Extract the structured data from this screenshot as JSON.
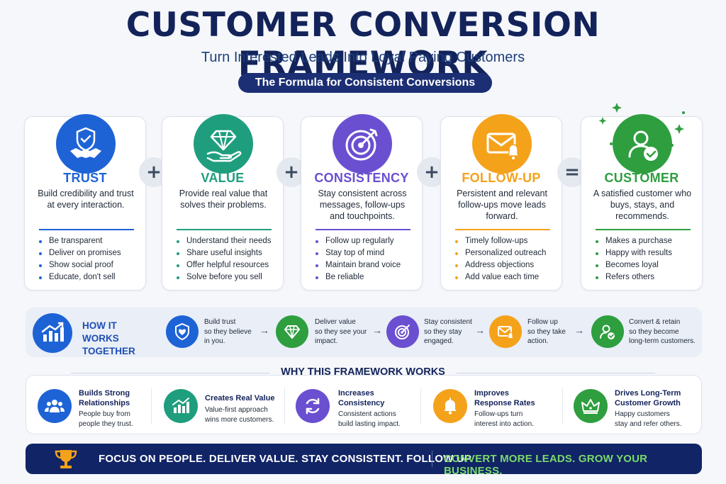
{
  "header": {
    "title": "CUSTOMER CONVERSION FRAMEWORK",
    "subtitle": "Turn Interested Leads Into Loyal Paying Customers",
    "pill": "The Formula for Consistent Conversions"
  },
  "colors": {
    "navy": "#13235a",
    "trust": "#1e63d6",
    "value": "#1f9e7e",
    "consistency": "#6a4fd1",
    "followup": "#f5a21b",
    "customer": "#2e9e3f"
  },
  "operators": [
    "+",
    "+",
    "+",
    "="
  ],
  "cards": [
    {
      "icon": "handshake-shield-icon",
      "heading": "TRUST",
      "desc": "Build credibility and trust at every interaction.",
      "bullets": [
        "Be transparent",
        "Deliver on promises",
        "Show social proof",
        "Educate, don't sell"
      ]
    },
    {
      "icon": "diamond-hand-icon",
      "heading": "VALUE",
      "desc": "Provide real value that solves their problems.",
      "bullets": [
        "Understand their needs",
        "Share useful insights",
        "Offer helpful resources",
        "Solve before you sell"
      ]
    },
    {
      "icon": "target-icon",
      "heading": "CONSISTENCY",
      "desc": "Stay consistent across messages, follow-ups and touchpoints.",
      "bullets": [
        "Follow up regularly",
        "Stay top of mind",
        "Maintain brand voice",
        "Be reliable"
      ]
    },
    {
      "icon": "envelope-bell-icon",
      "heading": "FOLLOW-UP",
      "desc": "Persistent and relevant follow-ups move leads forward.",
      "bullets": [
        "Timely follow-ups",
        "Personalized outreach",
        "Address objections",
        "Add value each time"
      ]
    },
    {
      "icon": "customer-check-icon",
      "heading": "CUSTOMER",
      "desc": "A satisfied customer who buys, stays, and recommends.",
      "bullets": [
        "Makes a purchase",
        "Happy with results",
        "Becomes loyal",
        "Refers others"
      ]
    }
  ],
  "how": {
    "title": "HOW IT WORKS TOGETHER",
    "icon": "growth-chart-icon",
    "steps": [
      {
        "icon": "heart-shield-icon",
        "line1": "Build trust",
        "line2": "so they believe",
        "line3": "in you."
      },
      {
        "icon": "diamond-icon",
        "line1": "Deliver value",
        "line2": "so they see your",
        "line3": "impact."
      },
      {
        "icon": "target-icon",
        "line1": "Stay consistent",
        "line2": "so they stay",
        "line3": "engaged."
      },
      {
        "icon": "envelope-bell-icon",
        "line1": "Follow up",
        "line2": "so they take",
        "line3": "action."
      },
      {
        "icon": "customer-check-icon",
        "line1": "Convert & retain",
        "line2": "so they become",
        "line3": "long-term customers."
      }
    ]
  },
  "why": {
    "title": "WHY THIS FRAMEWORK WORKS",
    "items": [
      {
        "icon": "group-icon",
        "h1": "Builds Strong",
        "h2": "Relationships",
        "p1": "People buy from",
        "p2": "people they trust."
      },
      {
        "icon": "bar-growth-icon",
        "h1": "Creates Real Value",
        "h2": "",
        "p1": "Value-first approach",
        "p2": "wins more customers."
      },
      {
        "icon": "refresh-icon",
        "h1": "Increases",
        "h2": "Consistency",
        "p1": "Consistent actions",
        "p2": "build lasting impact."
      },
      {
        "icon": "bell-icon",
        "h1": "Improves",
        "h2": "Response Rates",
        "p1": "Follow-ups turn",
        "p2": "interest into action."
      },
      {
        "icon": "crown-icon",
        "h1": "Drives Long-Term",
        "h2": "Customer Growth",
        "p1": "Happy customers",
        "p2": "stay and refer others."
      }
    ]
  },
  "banner": {
    "icon": "trophy-icon",
    "left": "FOCUS ON PEOPLE. DELIVER VALUE. STAY CONSISTENT. FOLLOW UP.",
    "right": "CONVERT MORE LEADS. GROW YOUR BUSINESS."
  }
}
